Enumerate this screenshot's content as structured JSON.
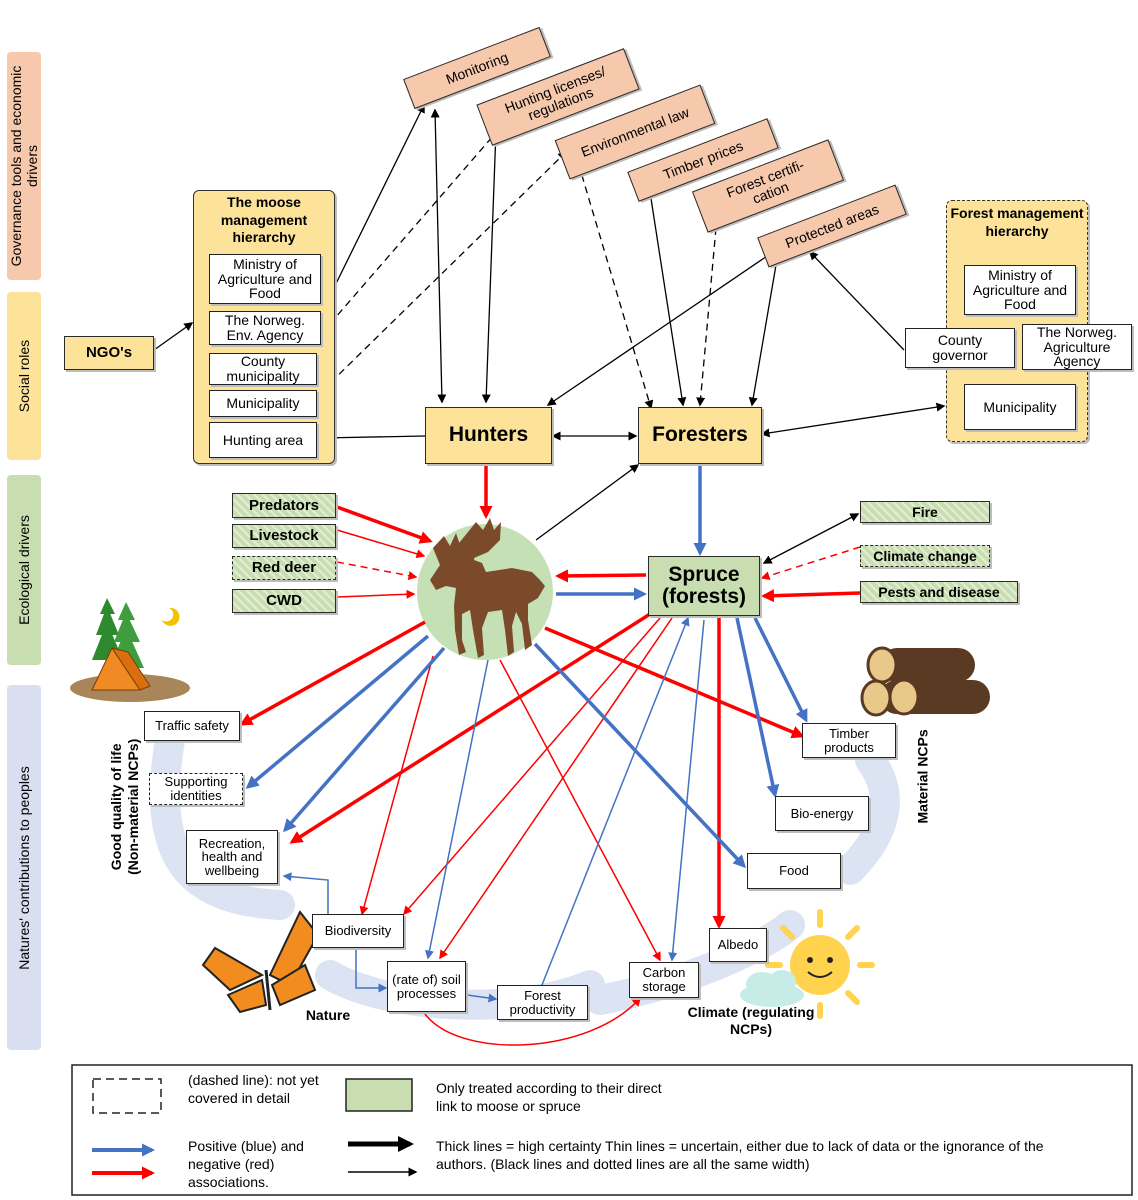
{
  "bands": {
    "governance": "Governance tools and economic drivers",
    "social": "Social roles",
    "ecological": "Ecological drivers",
    "ncp": "Natures' contributions to peoples"
  },
  "governance_tools": {
    "monitoring": "Monitoring",
    "hunting_licenses": "Hunting licenses/ regulations",
    "environmental_law": "Environmental law",
    "timber_prices": "Timber prices",
    "forest_certification": "Forest certifi- cation",
    "protected_areas": "Protected areas"
  },
  "moose_hierarchy": {
    "title": "The moose management hierarchy",
    "ministry": "Ministry of Agriculture and Food",
    "agency": "The Norweg. Env. Agency",
    "county": "County municipality",
    "municipality": "Municipality",
    "hunting_area": "Hunting area"
  },
  "forest_hierarchy": {
    "title": "Forest management hierarchy",
    "ministry": "Ministry of Agriculture and Food",
    "agency": "The Norweg. Agriculture Agency",
    "county": "County governor",
    "municipality": "Municipality"
  },
  "actors": {
    "ngo": "NGO's",
    "hunters": "Hunters",
    "foresters": "Foresters"
  },
  "ecological": {
    "predators": "Predators",
    "livestock": "Livestock",
    "red_deer": "Red deer",
    "cwd": "CWD",
    "spruce": "Spruce (forests)",
    "fire": "Fire",
    "climate_change": "Climate change",
    "pests": "Pests and disease"
  },
  "ncp": {
    "traffic_safety": "Traffic safety",
    "supporting_identities": "Supporting identities",
    "recreation": "Recreation, health and wellbeing",
    "biodiversity": "Biodiversity",
    "soil": "(rate of) soil processes",
    "forest_productivity": "Forest productivity",
    "carbon_storage": "Carbon storage",
    "albedo": "Albedo",
    "food": "Food",
    "bio_energy": "Bio-energy",
    "timber_products": "Timber products"
  },
  "group_labels": {
    "good_quality": "Good quality of life (Non-material NCPs)",
    "material": "Material NCPs",
    "nature": "Nature",
    "climate": "Climate (regulating NCPs)"
  },
  "legend": {
    "dashed": "(dashed line): not yet covered in detail",
    "green": "Only treated according to their direct link to moose or spruce",
    "colors": "Positive (blue) and negative (red) associations.",
    "thickness": "Thick lines = high certainty Thin lines = uncertain, either due to lack of data or the ignorance of the authors. (Black lines and dotted lines are all the same width)"
  },
  "colors": {
    "positive": "#4472c4",
    "negative": "#ff0000",
    "neutral": "#000000",
    "governance_fill": "#f6c9ad",
    "social_fill": "#fde29a",
    "ecological_fill": "#c9deb0",
    "ncp_band": "#d9dff0",
    "moose_circle": "#c5e0b4",
    "moose_silhouette": "#7b4a2a"
  }
}
